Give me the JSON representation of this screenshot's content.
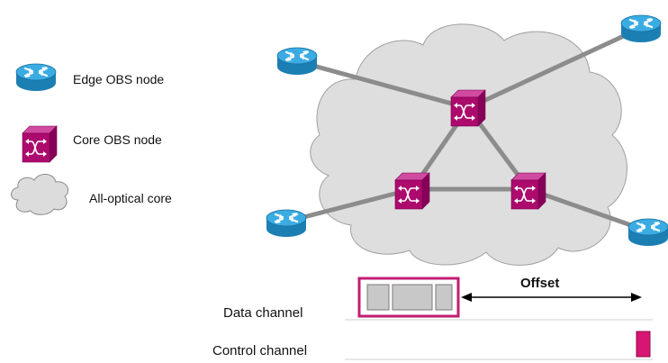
{
  "legend": {
    "edge_label": "Edge OBS node",
    "core_label": "Core OBS node",
    "cloud_label": "All-optical core"
  },
  "timing": {
    "offset_label": "Offset",
    "data_channel_label": "Data channel",
    "control_channel_label": "Control channel"
  },
  "colors": {
    "edge_node": "#2e9fd6",
    "core_node": "#b0086f",
    "cloud_fill": "#dcdcdc",
    "link": "#8c8c8c",
    "burst_border": "#c21d72",
    "burst_cell": "#c8c8c8",
    "control_packet": "#d81572"
  },
  "icons": {
    "edge": "router-icon",
    "core": "optical-switch-icon",
    "cloud": "cloud-icon"
  }
}
